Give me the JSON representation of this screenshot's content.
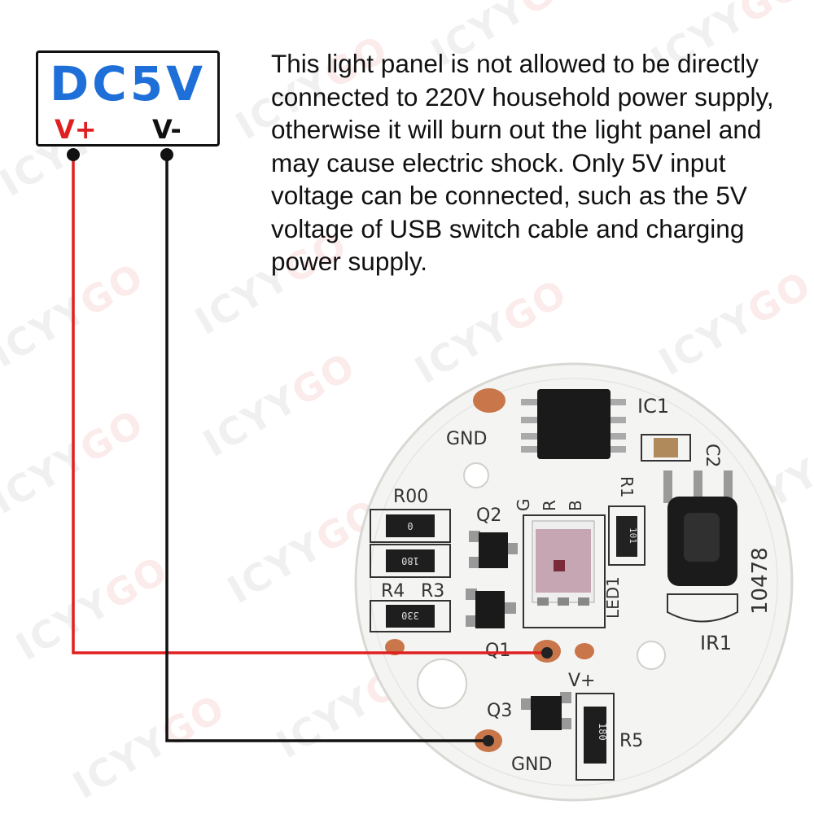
{
  "watermark": {
    "brand_prefix": "ICYY",
    "brand_suffix": "GO"
  },
  "power_label": {
    "title": "DC5V",
    "positive": "V+",
    "negative": "V-"
  },
  "warning_text": "This light panel is not allowed to be directly connected to 220V household power supply, otherwise it will burn out the light panel and may cause electric shock. Only 5V input voltage can be connected, such as the 5V voltage of USB switch cable and charging power supply.",
  "colors": {
    "positive_wire": "#e02020",
    "negative_wire": "#111111",
    "title_blue": "#1f6fd8",
    "copper_pad": "#c8764a"
  },
  "board": {
    "labels": {
      "ic1": "IC1",
      "c2": "C2",
      "gnd_top": "GND",
      "r1": "R1",
      "r00": "R00",
      "q2": "Q2",
      "g": "G",
      "r": "R",
      "b": "B",
      "r4": "R4",
      "r3": "R3",
      "led1": "LED1",
      "q1": "Q1",
      "ir1": "IR1",
      "part_no": "10478",
      "vplus": "V+",
      "q3": "Q3",
      "r5": "R5",
      "gnd_bottom": "GND"
    },
    "resistor_marks": {
      "r00": "0",
      "r4": "180",
      "r3": "330",
      "r1": "101",
      "r5": "180"
    }
  }
}
